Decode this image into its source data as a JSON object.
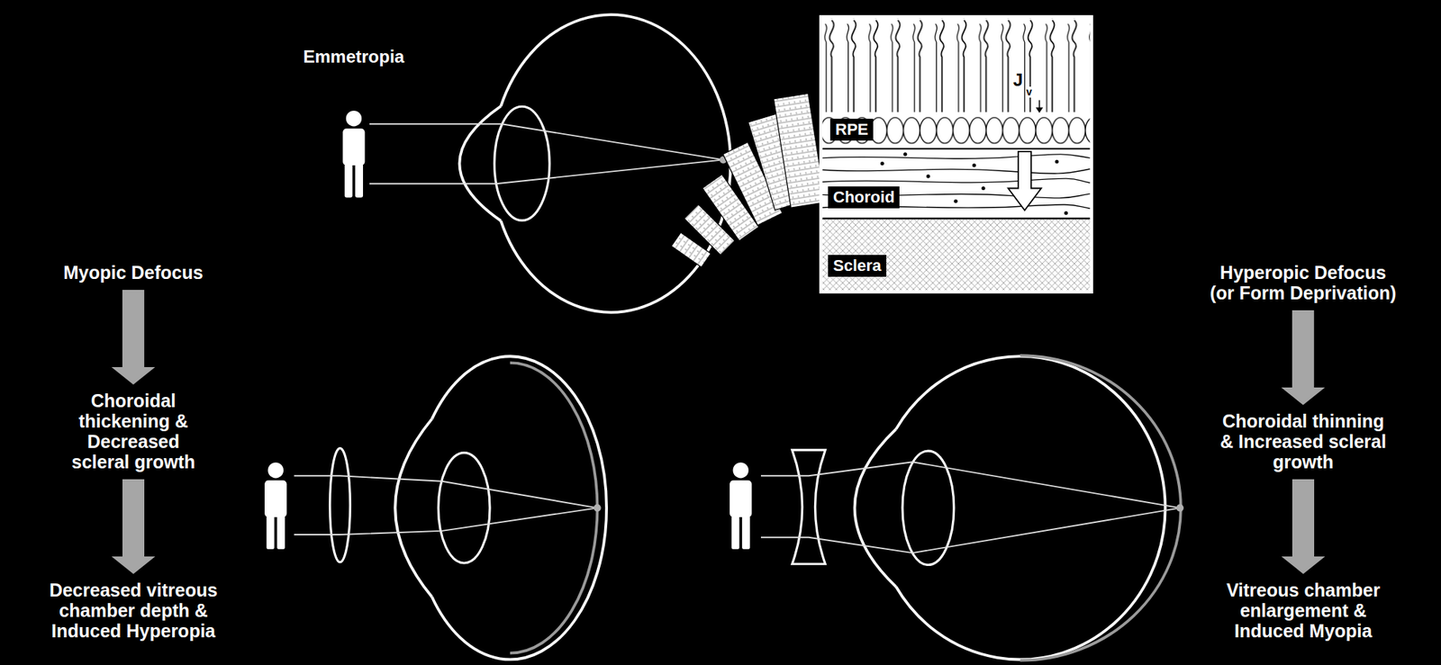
{
  "diagram": {
    "nodes": [
      {
        "text": [
          "RPE"
        ]
      },
      {
        "text": [
          "Choroid"
        ]
      },
      {
        "text": [
          "Sclera"
        ]
      },
      {
        "text": [
          "Myopic Defocus"
        ]
      },
      {
        "text": [
          "Choroidal thickening & Decreased scleral growth"
        ]
      },
      {
        "text": [
          "Decreased vitreous chamber depth & Induced Hyperopia"
        ]
      },
      {
        "text": [
          "Hyperopic Defocus",
          "(or Form Deprivation)"
        ]
      },
      {
        "text": [
          "Choroidal thinning & Increased scleral growth"
        ]
      },
      {
        "text": [
          "Vitreous chamber enlargement & Induced Myopia"
        ]
      }
    ],
    "edges": [
      {
        "from": 3,
        "to": 4,
        "arrow": "to"
      },
      {
        "from": 4,
        "to": 5,
        "arrow": "to"
      },
      {
        "from": 6,
        "to": 7,
        "arrow": "to"
      },
      {
        "from": 7,
        "to": 8,
        "arrow": "to"
      }
    ],
    "labels": [
      "Emmetropia",
      "J",
      "v"
    ]
  }
}
